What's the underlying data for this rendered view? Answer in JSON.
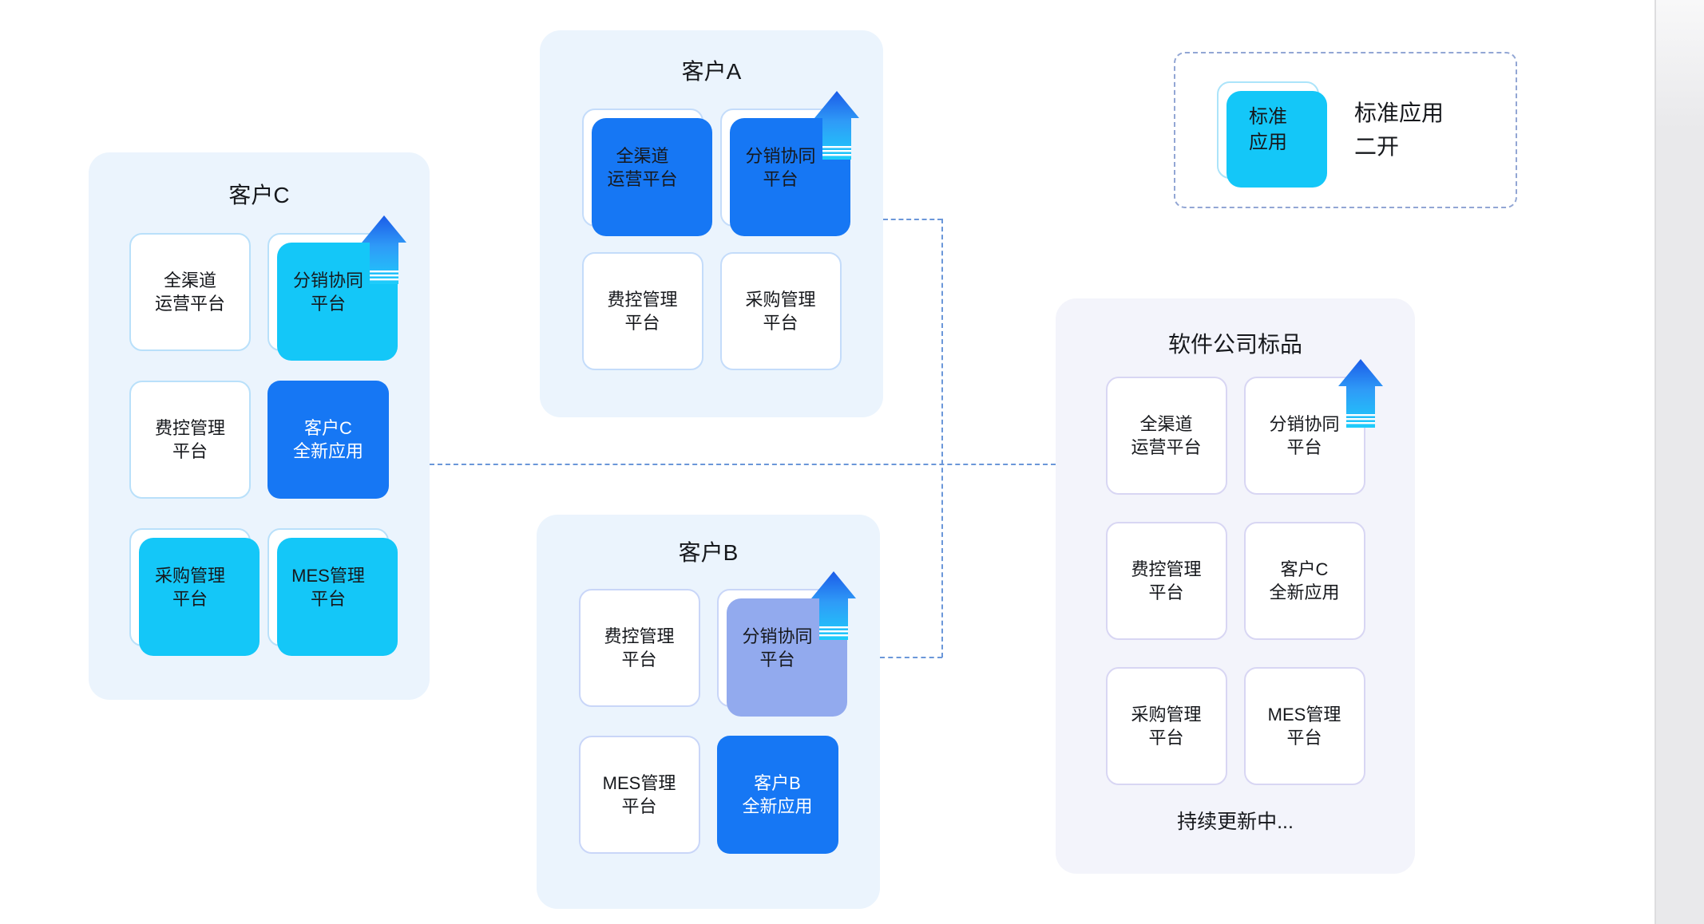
{
  "diagram": {
    "type": "architecture-comparison",
    "colors": {
      "panel_blue_bg": "#EBF4FD",
      "panel_lavender_bg": "#F3F4FB",
      "solid_card_blue": "#1677F4",
      "shadow_cyan": "#14C7F8",
      "shadow_blue": "#1677F4",
      "shadow_periwinkle": "#92AAEE",
      "arrow_gradient_top": "#1B5BE8",
      "arrow_gradient_bottom": "#1ECDFB",
      "dashed_connector": "#6B97D9",
      "text": "#16181C"
    }
  },
  "panels": {
    "customer_c": {
      "title": "客户C",
      "cards": [
        {
          "label": "全渠道\n运营平台",
          "variant": "plain"
        },
        {
          "label": "分销协同\n平台",
          "variant": "shadow-arrow",
          "shadow": "cyan"
        },
        {
          "label": "费控管理\n平台",
          "variant": "plain"
        },
        {
          "label": "客户C\n全新应用",
          "variant": "solid"
        },
        {
          "label": "采购管理\n平台",
          "variant": "shadow",
          "shadow": "cyan"
        },
        {
          "label": "MES管理\n平台",
          "variant": "shadow",
          "shadow": "cyan"
        }
      ]
    },
    "customer_a": {
      "title": "客户A",
      "cards": [
        {
          "label": "全渠道\n运营平台",
          "variant": "shadow",
          "shadow": "blue"
        },
        {
          "label": "分销协同\n平台",
          "variant": "shadow-arrow",
          "shadow": "blue"
        },
        {
          "label": "费控管理\n平台",
          "variant": "plain"
        },
        {
          "label": "采购管理\n平台",
          "variant": "plain"
        }
      ]
    },
    "customer_b": {
      "title": "客户B",
      "cards": [
        {
          "label": "费控管理\n平台",
          "variant": "plain"
        },
        {
          "label": "分销协同\n平台",
          "variant": "shadow-arrow",
          "shadow": "periwinkle"
        },
        {
          "label": "MES管理\n平台",
          "variant": "plain"
        },
        {
          "label": "客户B\n全新应用",
          "variant": "solid"
        }
      ]
    },
    "standard": {
      "title": "软件公司标品",
      "cards": [
        {
          "label": "全渠道\n运营平台",
          "variant": "plain"
        },
        {
          "label": "分销协同\n平台",
          "variant": "arrow"
        },
        {
          "label": "费控管理\n平台",
          "variant": "plain"
        },
        {
          "label": "客户C\n全新应用",
          "variant": "plain"
        },
        {
          "label": "采购管理\n平台",
          "variant": "plain"
        },
        {
          "label": "MES管理\n平台",
          "variant": "plain"
        }
      ],
      "footnote": "持续更新中..."
    }
  },
  "legend": {
    "card_label": "标准\n应用",
    "description": "标准应用\n二开"
  }
}
